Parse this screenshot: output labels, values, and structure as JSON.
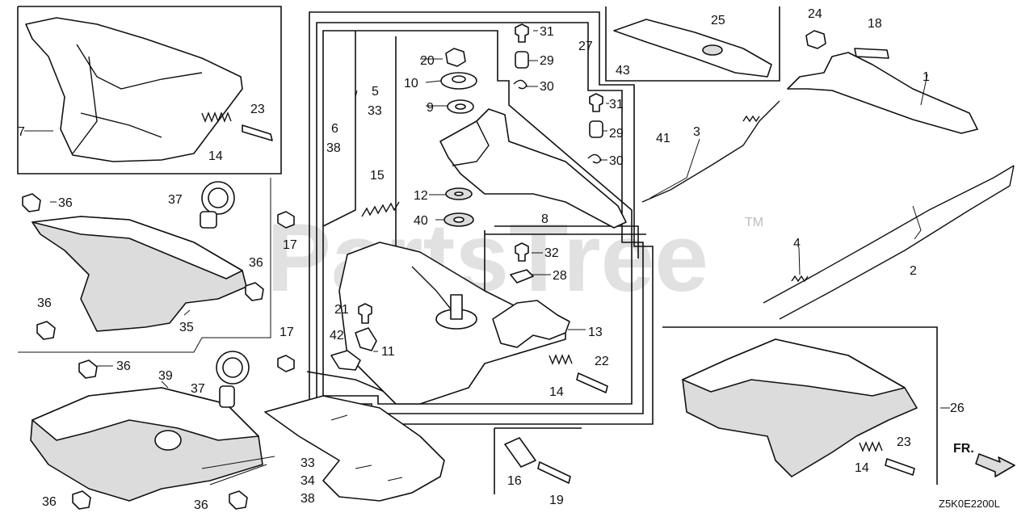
{
  "diagram": {
    "watermark": "PartsTree",
    "trademark": "TM",
    "diagram_code": "Z5K0E2200L",
    "direction_label": "FR.",
    "callouts": {
      "c1": "1",
      "c2": "2",
      "c3": "3",
      "c4": "4",
      "c5": "5",
      "c6": "6",
      "c7": "7",
      "c8": "8",
      "c9": "9",
      "c10": "10",
      "c11": "11",
      "c12": "12",
      "c13": "13",
      "c14a": "14",
      "c14b": "14",
      "c14c": "14",
      "c15": "15",
      "c16": "16",
      "c17a": "17",
      "c17b": "17",
      "c18": "18",
      "c19": "19",
      "c20": "20",
      "c21": "21",
      "c22": "22",
      "c23a": "23",
      "c23b": "23",
      "c24": "24",
      "c25": "25",
      "c26": "26",
      "c27": "27",
      "c28": "28",
      "c29a": "29",
      "c29b": "29",
      "c30a": "30",
      "c30b": "30",
      "c31a": "31",
      "c31b": "31",
      "c32": "32",
      "c33a": "33",
      "c33b": "33",
      "c34": "34",
      "c35": "35",
      "c36a": "36",
      "c36b": "36",
      "c36c": "36",
      "c36d": "36",
      "c36e": "36",
      "c36f": "36",
      "c37a": "37",
      "c37b": "37",
      "c38a": "38",
      "c38b": "38",
      "c39": "39",
      "c40": "40",
      "c41": "41",
      "c42": "42",
      "c43": "43"
    }
  }
}
